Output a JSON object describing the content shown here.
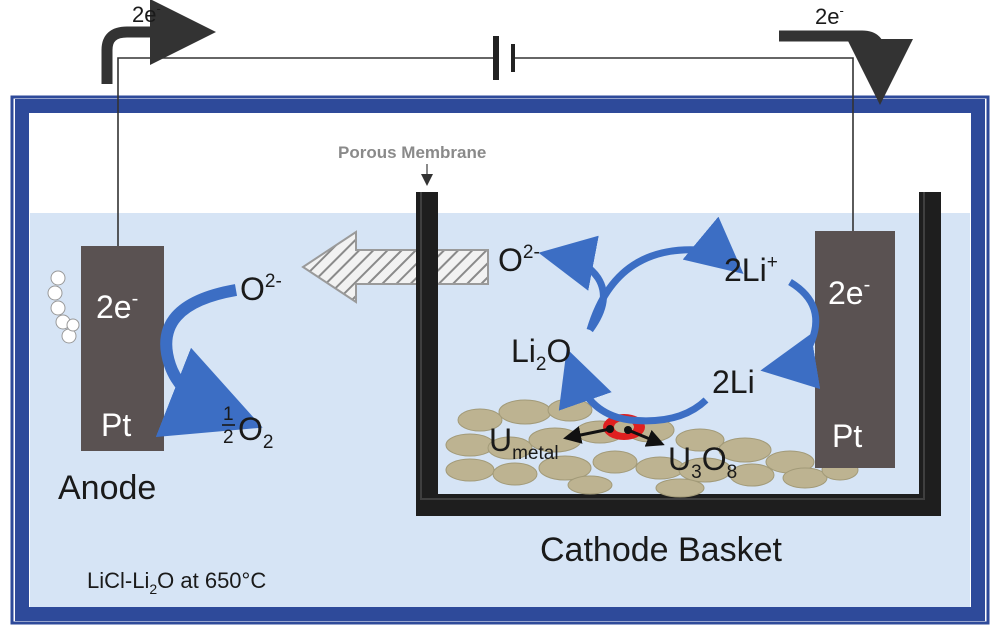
{
  "wire": {
    "left_electrons": "2e",
    "left_electrons_sup": "-",
    "right_electrons": "2e",
    "right_electrons_sup": "-"
  },
  "membrane_label": "Porous Membrane",
  "anode": {
    "electrons": "2e",
    "electrons_sup": "-",
    "material": "Pt",
    "label": "Anode",
    "ion": "O",
    "ion_sup": "2-",
    "product_frac_num": "1",
    "product_frac_den": "2",
    "product": "O",
    "product_sub": "2"
  },
  "cathode": {
    "electrons": "2e",
    "electrons_sup": "-",
    "material": "Pt",
    "label": "Cathode Basket"
  },
  "cycle": {
    "oxide_ion": "O",
    "oxide_ion_sup": "2-",
    "lithium_ion": "2Li",
    "lithium_ion_sup": "+",
    "lithium_oxide": "Li",
    "lithium_oxide_sub": "2",
    "lithium_oxide_tail": "O",
    "lithium": "2Li",
    "u_metal": "U",
    "u_metal_sub": "metal",
    "u3o8_a": "U",
    "u3o8_sub1": "3",
    "u3o8_b": "O",
    "u3o8_sub2": "8"
  },
  "electrolyte_label": "LiCl-Li",
  "electrolyte_sub": "2",
  "electrolyte_tail": "O at 650°C",
  "colors": {
    "frame": "#2E4A9A",
    "salt": "#D6E4F5",
    "electrode": "#5A5252",
    "basket": "#1E1E1E",
    "cycle_arrow": "#3C6EC4",
    "pellets": "#BDB391",
    "reaction_spot": "#E02020"
  }
}
